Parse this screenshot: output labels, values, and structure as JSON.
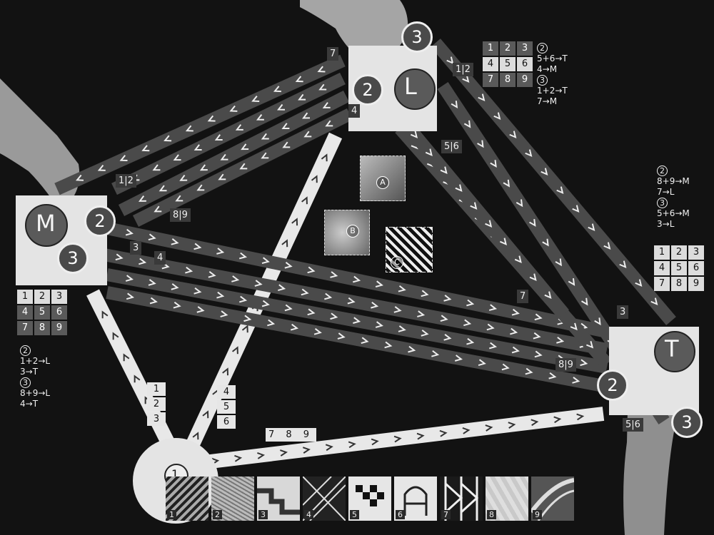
{
  "stations": {
    "m": {
      "letter": "M"
    },
    "l": {
      "letter": "L"
    },
    "t": {
      "letter": "T"
    },
    "one": {
      "letter": "1"
    }
  },
  "platform_badges": [
    "2",
    "3"
  ],
  "tags": {
    "seven_top": "7",
    "one_two_top": "1|2",
    "four_top": "4",
    "five_six_top": "5|6",
    "one_two_left": "1|2",
    "eight_nine_left": "8|9",
    "three_left": "3",
    "four_left": "4",
    "seven_right": "7",
    "three_right": "3",
    "eight_nine_right": "8|9",
    "five_six_bottom": "5|6",
    "one_two_three_vertical": [
      "1",
      "2",
      "3"
    ],
    "four_five_six_vertical": [
      "4",
      "5",
      "6"
    ],
    "seven_eight_nine": "7 8 9"
  },
  "grids": {
    "top": [
      "1",
      "2",
      "3",
      "4",
      "5",
      "6",
      "7",
      "8",
      "9"
    ],
    "right": [
      "1",
      "2",
      "3",
      "4",
      "5",
      "6",
      "7",
      "8",
      "9"
    ],
    "left": [
      "1",
      "2",
      "3",
      "4",
      "5",
      "6",
      "7",
      "8",
      "9"
    ]
  },
  "rules": {
    "top": [
      {
        "head": "2",
        "text": ""
      },
      {
        "head": "",
        "text": "5+6→T"
      },
      {
        "head": "",
        "text": "4→M"
      },
      {
        "head": "3",
        "text": ""
      },
      {
        "head": "",
        "text": "1+2→T"
      },
      {
        "head": "",
        "text": "7→M"
      }
    ],
    "right": [
      {
        "head": "2",
        "text": ""
      },
      {
        "head": "",
        "text": "8+9→M"
      },
      {
        "head": "",
        "text": "7→L"
      },
      {
        "head": "3",
        "text": ""
      },
      {
        "head": "",
        "text": "5+6→M"
      },
      {
        "head": "",
        "text": "3→L"
      }
    ],
    "left": [
      {
        "head": "2",
        "text": ""
      },
      {
        "head": "",
        "text": "1+2→L"
      },
      {
        "head": "",
        "text": "3→T"
      },
      {
        "head": "3",
        "text": ""
      },
      {
        "head": "",
        "text": "8+9→L"
      },
      {
        "head": "",
        "text": "4→T"
      }
    ]
  },
  "photo_labels": [
    "A",
    "B",
    "C"
  ],
  "strip_numbers": [
    "1",
    "2",
    "3",
    "4",
    "5",
    "6",
    "7",
    "8",
    "9"
  ],
  "colors": {
    "background": "#121212",
    "dark_track": "#4a4a4a",
    "light_track": "#e8e8e8",
    "station_red": "#555555"
  }
}
